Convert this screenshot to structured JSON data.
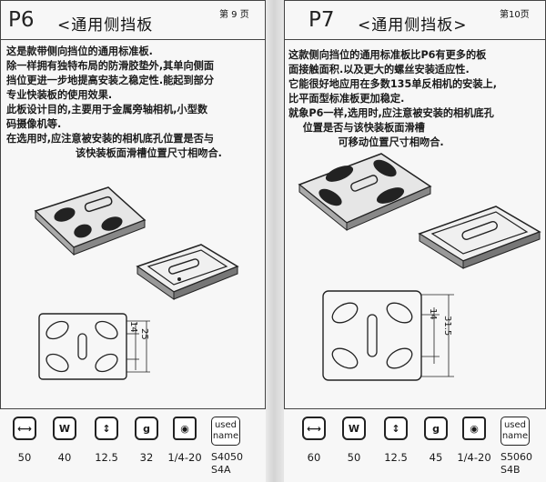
{
  "left_page": {
    "code": "P6",
    "title": "<通用侧挡板",
    "page_number": "第 9 页",
    "paragraphs": [
      "这是款带侧向挡位的通用标准板.",
      "除一样拥有独特布局的防滑胶垫外,其单向侧面",
      "挡位更进一步地提高安装之稳定性.能起到部分",
      "专业快装板的使用效果.",
      "此板设计目的,主要用于金属旁轴相机,小型数",
      "码摄像机等.",
      "在选用时,应注意被安装的相机底孔位置是否与",
      "该快装板面滑槽位置尺寸相吻合."
    ],
    "dims": {
      "inner": "14",
      "outer": "25"
    },
    "specs": {
      "length": "50",
      "width": "40",
      "height": "12.5",
      "weight": "32",
      "screw": "1/4-20",
      "used_label": "used name",
      "model_1": "S4050",
      "model_2": "S4A"
    }
  },
  "right_page": {
    "code": "P7",
    "title": "<通用侧挡板>",
    "page_number": "第10页",
    "paragraphs": [
      "这款侧向挡位的通用标准板比P6有更多的板",
      "面接触面积.以及更大的螺丝安装适应性.",
      "它能很好地应用在多数135单反相机的安装上,",
      "比平面型标准板更加稳定.",
      "就象P6一样,选用时,应注意被安装的相机底孔",
      "    位置是否与该快装板面滑槽",
      "              可移动位置尺寸相吻合."
    ],
    "dims": {
      "inner": "14",
      "outer": "31.5"
    },
    "specs": {
      "length": "60",
      "width": "50",
      "height": "12.5",
      "weight": "45",
      "screw": "1/4-20",
      "used_label": "used name",
      "model_1": "S5060",
      "model_2": "S4B"
    }
  },
  "icon_names": [
    "length-icon",
    "width-icon",
    "height-icon",
    "weight-icon",
    "screw-icon",
    "used-name-icon"
  ]
}
